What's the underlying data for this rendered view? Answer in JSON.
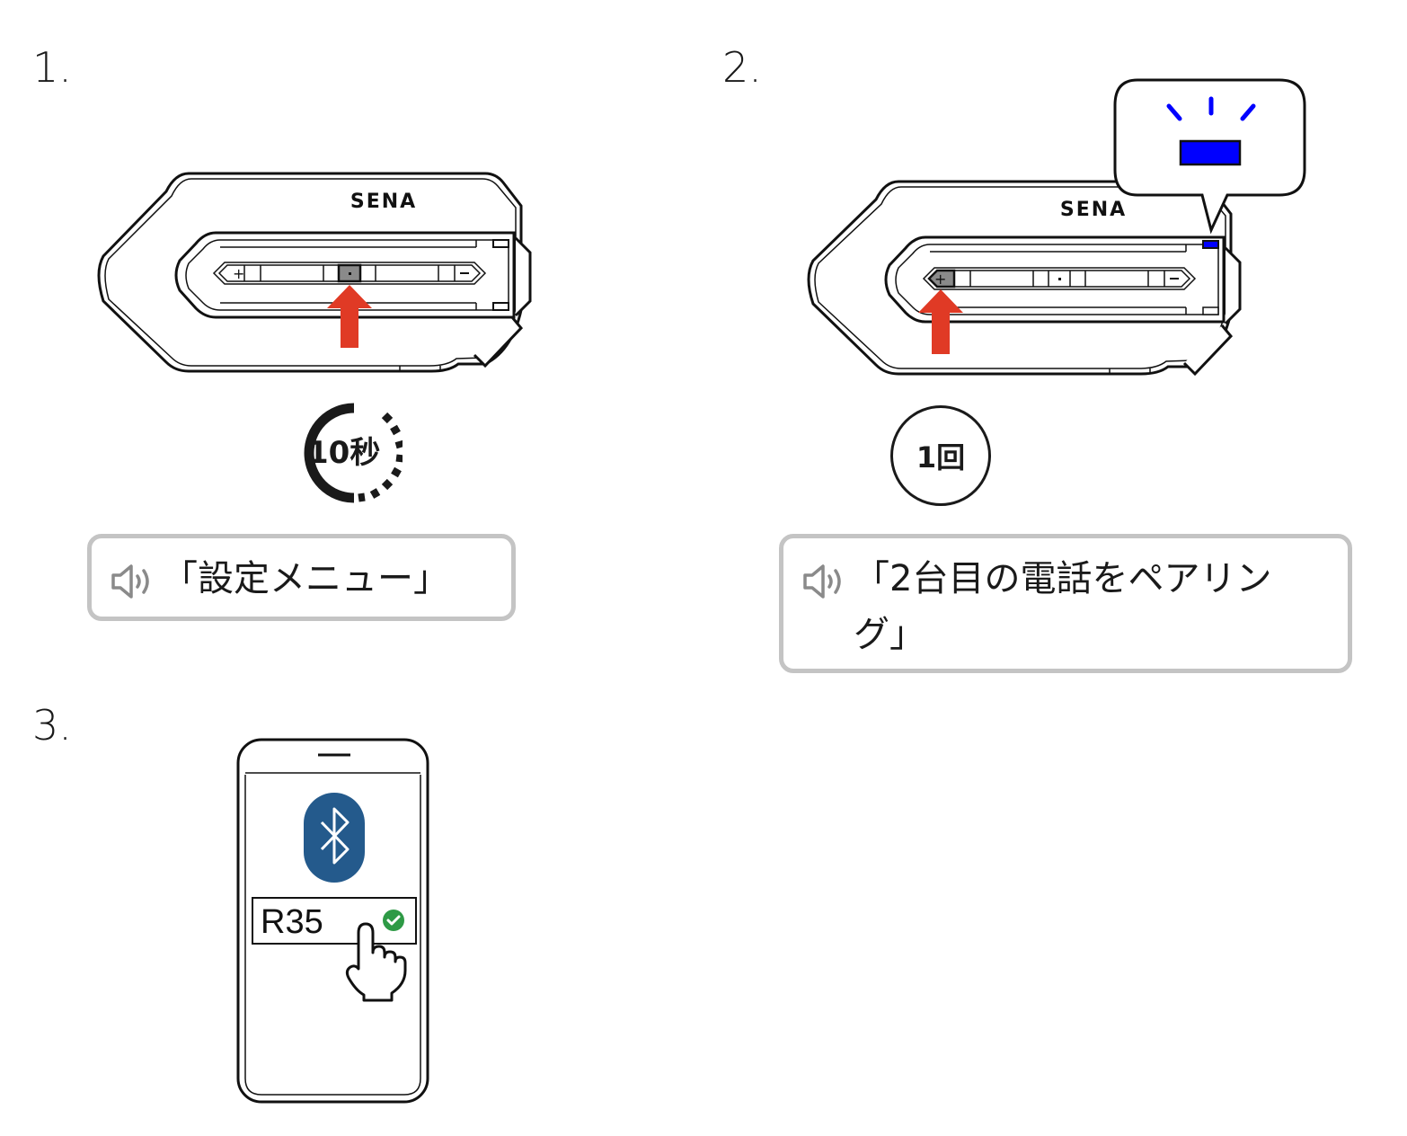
{
  "steps": [
    {
      "number": "1.",
      "device": {
        "brand": "SENA",
        "pressed_button": "center",
        "buttons": [
          "+",
          "·",
          "−"
        ]
      },
      "indicator": {
        "type": "hold-timer",
        "label": "10秒"
      },
      "voice_prompt": "「設定メニュー」"
    },
    {
      "number": "2.",
      "device": {
        "brand": "SENA",
        "pressed_button": "plus",
        "buttons": [
          "+",
          "·",
          "−"
        ],
        "led_color": "#0000ff",
        "led_state": "blinking"
      },
      "indicator": {
        "type": "press-count",
        "label": "1回"
      },
      "voice_prompt_line1": "「2台目の電話をペアリン",
      "voice_prompt_line2": "グ」"
    },
    {
      "number": "3.",
      "phone": {
        "icon": "bluetooth-icon",
        "device_name": "R35",
        "status": "connected"
      }
    }
  ],
  "colors": {
    "arrow": "#e03a25",
    "led": "#0000ff",
    "bluetooth_bg": "#245a8c",
    "check": "#2e9a46",
    "box_border": "#c4c4c4",
    "pressed_button": "#8a8a8a"
  }
}
